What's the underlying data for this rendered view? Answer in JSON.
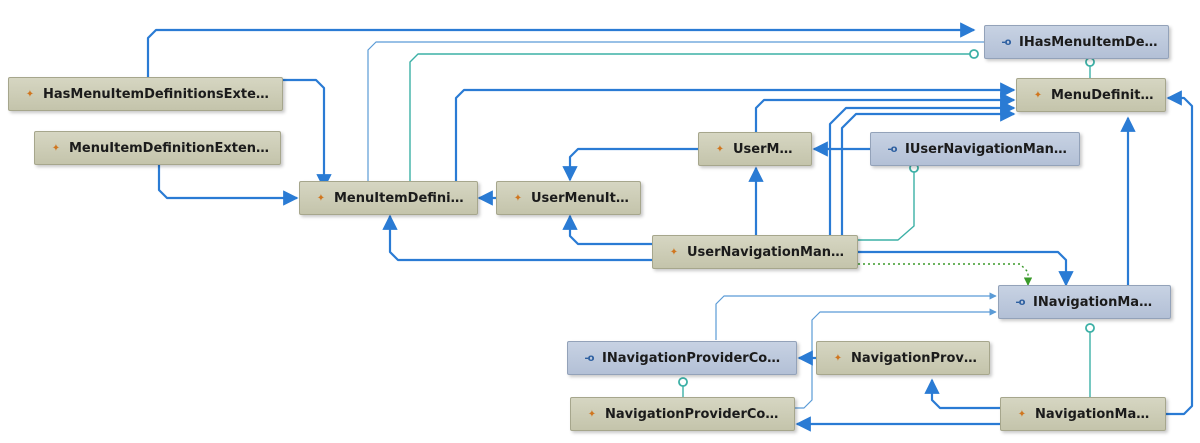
{
  "nodes": [
    {
      "id": "IHasMenuItemDefinitions",
      "label": "IHasMenuItemDefinitions",
      "kind": "interface",
      "icon": "interface-icon"
    },
    {
      "id": "HasMenuItemDefinitionsExtensions",
      "label": "HasMenuItemDefinitionsExtensions",
      "kind": "class",
      "icon": "static-class-icon"
    },
    {
      "id": "MenuDefinition",
      "label": "MenuDefinition",
      "kind": "class",
      "icon": "class-icon"
    },
    {
      "id": "MenuItemDefinitionExtensions",
      "label": "MenuItemDefinitionExtensions",
      "kind": "class",
      "icon": "static-class-icon"
    },
    {
      "id": "UserMenu",
      "label": "UserMenu",
      "kind": "class",
      "icon": "class-icon"
    },
    {
      "id": "IUserNavigationManager",
      "label": "IUserNavigationManager",
      "kind": "interface",
      "icon": "interface-icon"
    },
    {
      "id": "MenuItemDefinition",
      "label": "MenuItemDefinition",
      "kind": "class",
      "icon": "class-icon"
    },
    {
      "id": "UserMenuItem",
      "label": "UserMenuItem",
      "kind": "class",
      "icon": "class-icon"
    },
    {
      "id": "UserNavigationManager",
      "label": "UserNavigationManager",
      "kind": "class",
      "icon": "class-icon"
    },
    {
      "id": "INavigationManager",
      "label": "INavigationManager",
      "kind": "interface",
      "icon": "interface-icon"
    },
    {
      "id": "INavigationProviderContext",
      "label": "INavigationProviderContext",
      "kind": "interface",
      "icon": "interface-icon"
    },
    {
      "id": "NavigationProvider",
      "label": "NavigationProvider",
      "kind": "class",
      "icon": "class-icon"
    },
    {
      "id": "NavigationProviderContext",
      "label": "NavigationProviderContext",
      "kind": "class",
      "icon": "class-icon"
    },
    {
      "id": "NavigationManager",
      "label": "NavigationManager",
      "kind": "class",
      "icon": "class-icon"
    }
  ],
  "edges": [
    {
      "from": "HasMenuItemDefinitionsExtensions",
      "to": "IHasMenuItemDefinitions",
      "type": "association"
    },
    {
      "from": "HasMenuItemDefinitionsExtensions",
      "to": "MenuItemDefinition",
      "type": "association"
    },
    {
      "from": "MenuItemDefinitionExtensions",
      "to": "MenuItemDefinition",
      "type": "association"
    },
    {
      "from": "MenuItemDefinition",
      "to": "IHasMenuItemDefinitions",
      "type": "reference"
    },
    {
      "from": "IHasMenuItemDefinitions",
      "to": "MenuItemDefinition",
      "type": "reference"
    },
    {
      "from": "MenuDefinition",
      "to": "IHasMenuItemDefinitions",
      "type": "implements"
    },
    {
      "from": "MenuItemDefinition",
      "to": "MenuDefinition",
      "type": "association"
    },
    {
      "from": "UserMenuItem",
      "to": "MenuItemDefinition",
      "type": "association"
    },
    {
      "from": "UserMenu",
      "to": "MenuDefinition",
      "type": "association"
    },
    {
      "from": "UserMenu",
      "to": "UserMenuItem",
      "type": "association"
    },
    {
      "from": "IUserNavigationManager",
      "to": "UserMenu",
      "type": "association"
    },
    {
      "from": "UserNavigationManager",
      "to": "UserMenu",
      "type": "association"
    },
    {
      "from": "UserNavigationManager",
      "to": "MenuDefinition",
      "type": "association"
    },
    {
      "from": "UserNavigationManager",
      "to": "UserMenuItem",
      "type": "association"
    },
    {
      "from": "UserNavigationManager",
      "to": "MenuItemDefinition",
      "type": "association"
    },
    {
      "from": "UserNavigationManager",
      "to": "IUserNavigationManager",
      "type": "implements"
    },
    {
      "from": "UserNavigationManager",
      "to": "INavigationManager",
      "type": "association"
    },
    {
      "from": "UserNavigationManager",
      "to": "INavigationManager",
      "type": "dependency"
    },
    {
      "from": "INavigationManager",
      "to": "MenuDefinition",
      "type": "association"
    },
    {
      "from": "INavigationProviderContext",
      "to": "INavigationManager",
      "type": "reference"
    },
    {
      "from": "NavigationProviderContext",
      "to": "INavigationProviderContext",
      "type": "implements"
    },
    {
      "from": "NavigationProviderContext",
      "to": "INavigationManager",
      "type": "reference"
    },
    {
      "from": "NavigationProvider",
      "to": "INavigationProviderContext",
      "type": "association"
    },
    {
      "from": "NavigationManager",
      "to": "INavigationManager",
      "type": "implements"
    },
    {
      "from": "NavigationManager",
      "to": "NavigationProvider",
      "type": "association"
    },
    {
      "from": "NavigationManager",
      "to": "NavigationProviderContext",
      "type": "association"
    },
    {
      "from": "NavigationManager",
      "to": "MenuDefinition",
      "type": "association"
    }
  ],
  "colors": {
    "association": "#2a7bd4",
    "reference": "#5b9bd6",
    "implements": "#3cb0a6",
    "dependency": "#3a9a2a",
    "class_fill": "#cdcdb6",
    "interface_fill": "#bcc8dc"
  }
}
